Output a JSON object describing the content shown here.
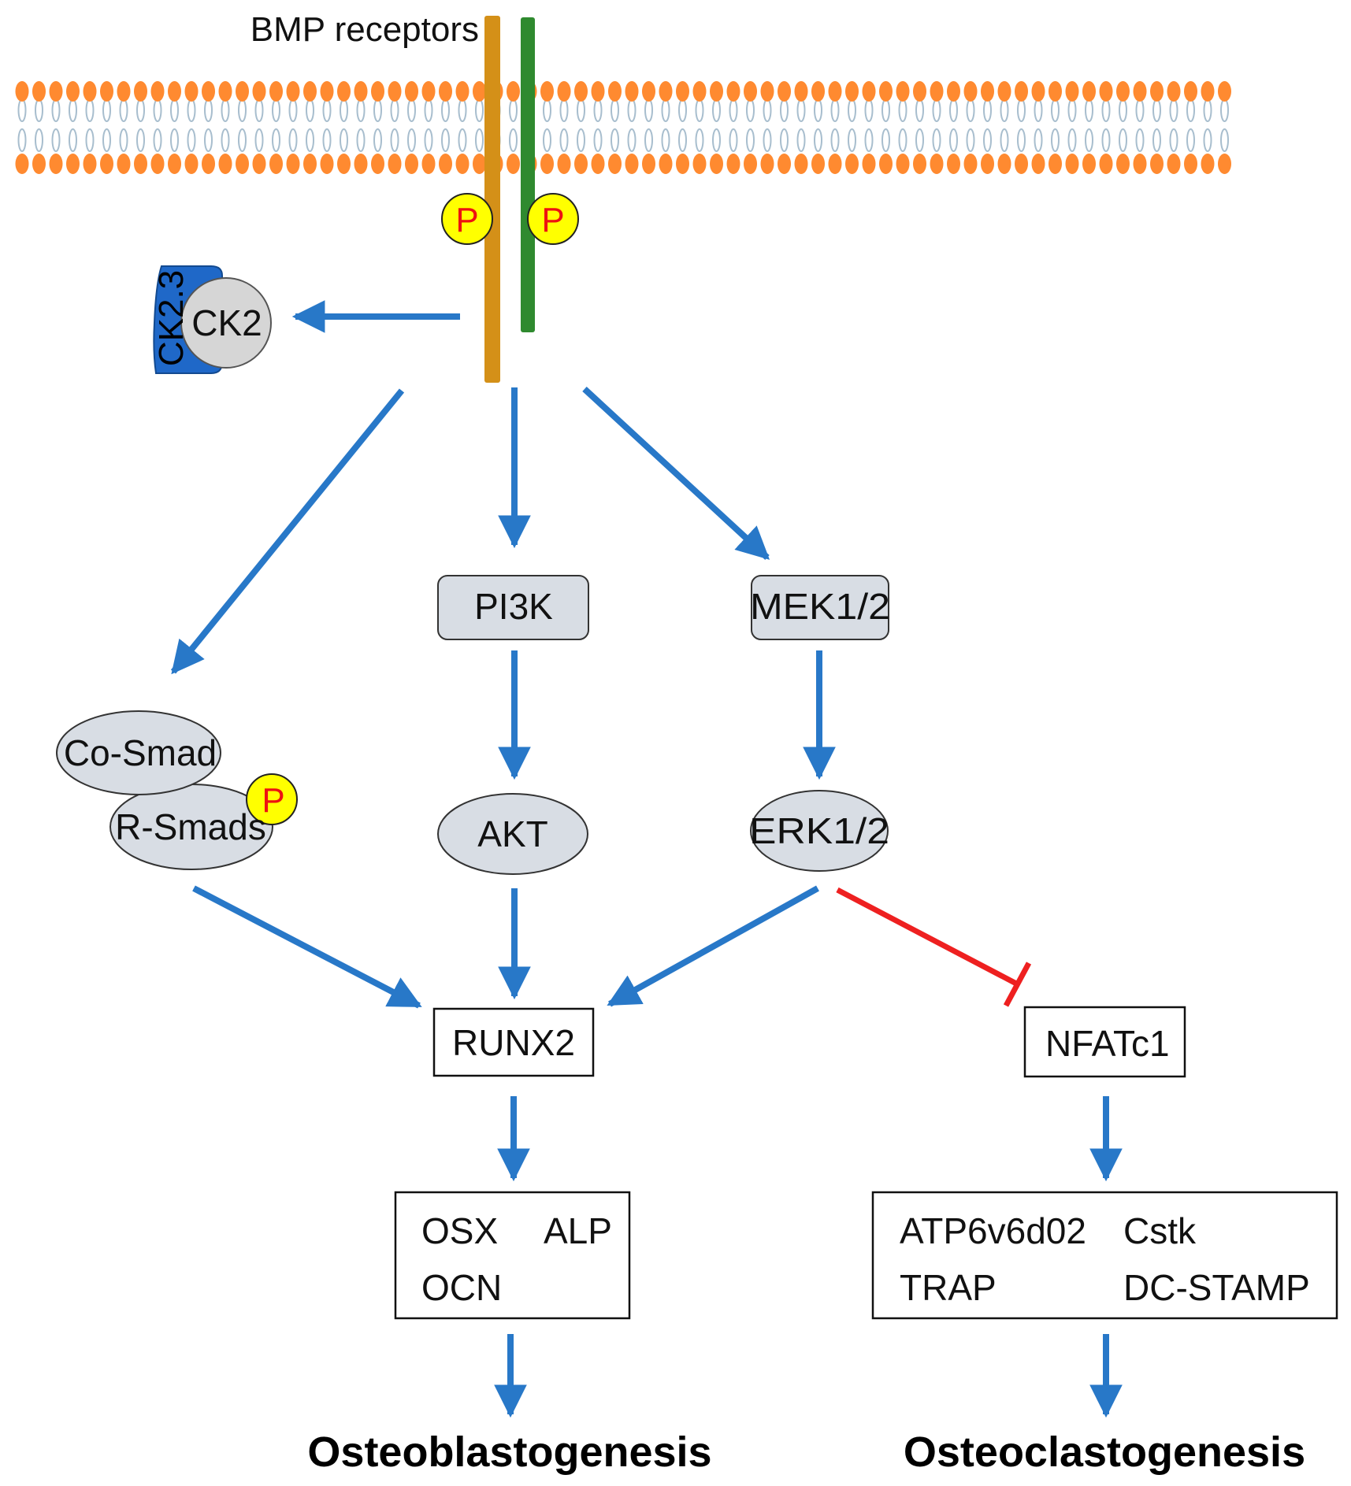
{
  "labels": {
    "bmp_receptors": "BMP receptors",
    "phospho": "P",
    "ck2": "CK2",
    "ck23": "CK2.3",
    "pi3k": "PI3K",
    "mek": "MEK1/2",
    "akt": "AKT",
    "erk": "ERK1/2",
    "co_smad": "Co-Smad",
    "r_smads": "R-Smads",
    "runx2": "RUNX2",
    "nfatc1": "NFATc1",
    "osx": "OSX",
    "alp": "ALP",
    "ocn": "OCN",
    "atp": "ATP6v6d02",
    "cstk": "Cstk",
    "trap": "TRAP",
    "dcstamp": "DC-STAMP",
    "osteoblastogenesis": "Osteoblastogenesis",
    "osteoclastogenesis": "Osteoclastogenesis"
  },
  "colors": {
    "arrow": "#2878c8",
    "inhibition": "#ee2020",
    "lipid_head": "#ff8a30",
    "lipid_tail": "#a8bece",
    "receptor_1": "#d49018",
    "receptor_2": "#2f8a2f",
    "phospho_fill": "#ffff00",
    "phospho_text": "#ee1111",
    "node_fill": "#d8dde4",
    "ck2_fill": "#d6d6d6",
    "ck23_fill": "#1f68c8"
  }
}
